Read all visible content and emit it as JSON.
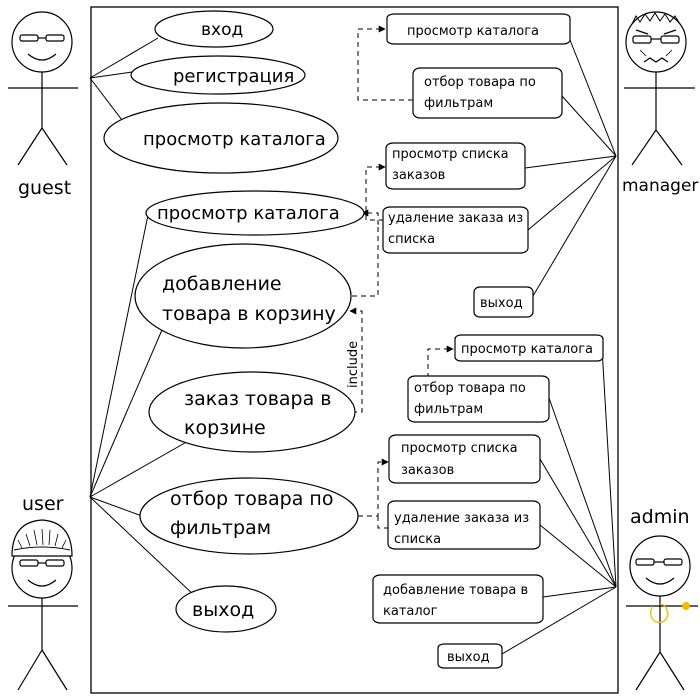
{
  "actors": {
    "guest": "guest",
    "manager": "manager",
    "user": "user",
    "admin": "admin"
  },
  "guest_cases": {
    "login": "вход",
    "register": "регистрация",
    "catalog": "просмотр каталога"
  },
  "user_cases": {
    "catalog": "просмотр каталога",
    "add_to_cart_1": "добавление",
    "add_to_cart_2": "товара в корзину",
    "order_1": "заказ товара в",
    "order_2": "корзине",
    "filter_1": "отбор товара по",
    "filter_2": "фильтрам",
    "exit": "выход"
  },
  "manager_cases": {
    "catalog": "просмотр каталога",
    "filter_1": "отбор товара по",
    "filter_2": "фильтрам",
    "orders_1": "просмотр списка",
    "orders_2": "заказов",
    "delete_1": "удаление заказа из",
    "delete_2": "списка",
    "exit": "выход"
  },
  "admin_cases": {
    "catalog": "просмотр каталога",
    "filter_1": "отбор товара по",
    "filter_2": "фильтрам",
    "orders_1": "просмотр списка",
    "orders_2": "заказов",
    "delete_1": "удаление заказа из",
    "delete_2": "списка",
    "add_product_1": "добавление товара в",
    "add_product_2": "каталог",
    "exit": "выход"
  },
  "relations": {
    "include": "include"
  },
  "colors": {
    "line": "#000000",
    "background": "#ffffff",
    "highlight": "#f5b800"
  }
}
